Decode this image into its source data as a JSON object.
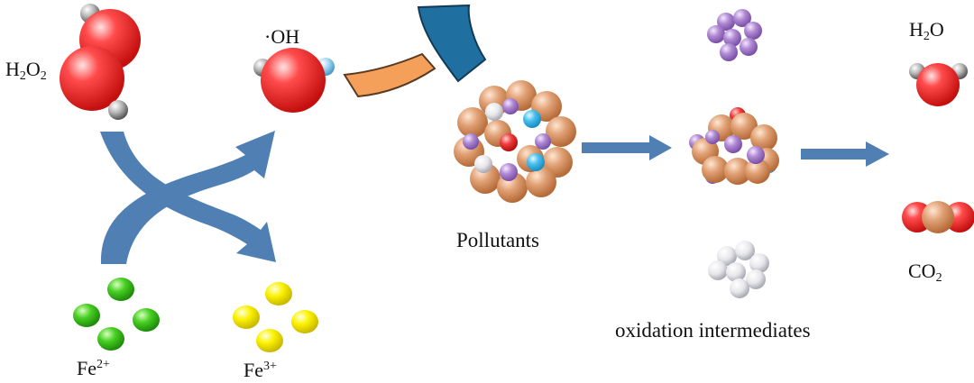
{
  "labels": {
    "h2o2": {
      "base": "H",
      "sub1": "2",
      "mid": "O",
      "sub2": "2"
    },
    "oh": "·OH",
    "fe2": {
      "base": "Fe",
      "sup": "2+"
    },
    "fe3": {
      "base": "Fe",
      "sup": "3+"
    },
    "pollutants": "Pollutants",
    "oxidation_intermediates": "oxidation intermediates",
    "h2o": {
      "pre": "H",
      "sub": "2",
      "post": "O"
    },
    "co2": {
      "pre": "CO",
      "sub": "2"
    }
  },
  "colors": {
    "arrow": "#4f7fb3",
    "oxygen": "#e62828",
    "hydrogen": "#8c8c8c",
    "oh_hydrogen": "#8fc9ee",
    "fe2": "#33c21a",
    "fe3": "#f2ea00",
    "carbon": "#d9905f",
    "pollutant_purple": "#a67ec8",
    "pollutant_red": "#e83030",
    "pollutant_cyan": "#3fb8e8",
    "pollutant_white": "#dcdcdc",
    "hammer_head": "#1f6fa0",
    "hammer_handle": "#f5a05a"
  },
  "icons": [
    "hammer-icon"
  ]
}
